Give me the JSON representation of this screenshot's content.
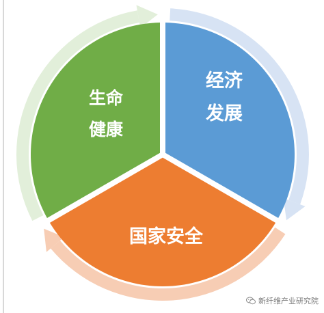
{
  "diagram": {
    "segments": [
      {
        "id": "economy",
        "line1": "经济",
        "line2": "发展",
        "color": "#5b9bd5",
        "arrow_color": "#d7e3f4"
      },
      {
        "id": "security",
        "line1": "国家安全",
        "line2": "",
        "color": "#ed7d31",
        "arrow_color": "#f7cdb4"
      },
      {
        "id": "health",
        "line1": "生命",
        "line2": "健康",
        "color": "#70ad47",
        "arrow_color": "#e2efda"
      }
    ]
  },
  "watermark": {
    "text": "新纤维产业研究院",
    "icon": "wechat-icon"
  }
}
